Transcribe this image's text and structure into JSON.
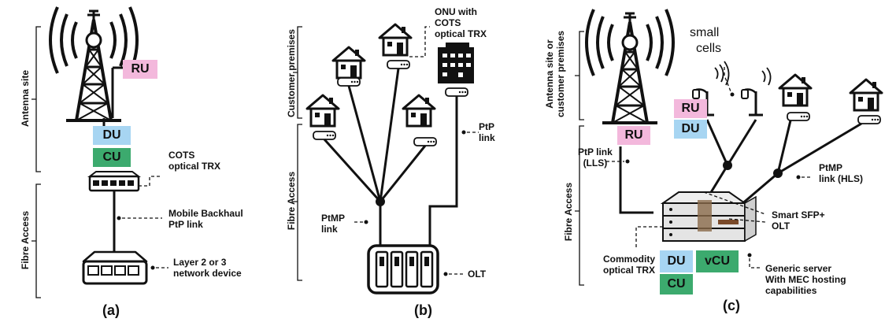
{
  "colors": {
    "ru": "#f3b8dc",
    "du": "#a7d5f2",
    "cu": "#3caa6e",
    "line": "#111111"
  },
  "panel_a": {
    "section_antenna": "Antenna site",
    "section_fibre": "Fibre Access",
    "ru": "RU",
    "du": "DU",
    "cu": "CU",
    "cots_l1": "COTS",
    "cots_l2": "optical TRX",
    "backhaul_l1": "Mobile Backhaul",
    "backhaul_l2": "PtP link",
    "l2l3_l1": "Layer 2 or 3",
    "l2l3_l2": "network device",
    "caption": "(a)"
  },
  "panel_b": {
    "section_customer": "Customer premises",
    "section_fibre": "Fibre Access",
    "onu_l1": "ONU with",
    "onu_l2": "COTS",
    "onu_l3": "optical TRX",
    "ptp_l1": "PtP",
    "ptp_l2": "link",
    "ptmp_l1": "PtMP",
    "ptmp_l2": "link",
    "olt": "OLT",
    "caption": "(b)"
  },
  "panel_c": {
    "section_antenna_l1": "Antenna site or",
    "section_antenna_l2": "customer premises",
    "section_fibre": "Fibre Access",
    "small_l1": "small",
    "small_l2": "cells",
    "ru_left": "RU",
    "ru_small": "RU",
    "du_small": "DU",
    "ptp_l1": "PtP link",
    "ptp_l2": "(LLS)",
    "ptmp_l1": "PtMP",
    "ptmp_l2": "link (HLS)",
    "smart_l1": "Smart SFP+",
    "smart_l2": "OLT",
    "commodity_l1": "Commodity",
    "commodity_l2": "optical TRX",
    "du": "DU",
    "vcu": "vCU",
    "cu": "CU",
    "generic_l1": "Generic server",
    "generic_l2": "With MEC hosting",
    "generic_l3": "capabilities",
    "caption": "(c)"
  }
}
